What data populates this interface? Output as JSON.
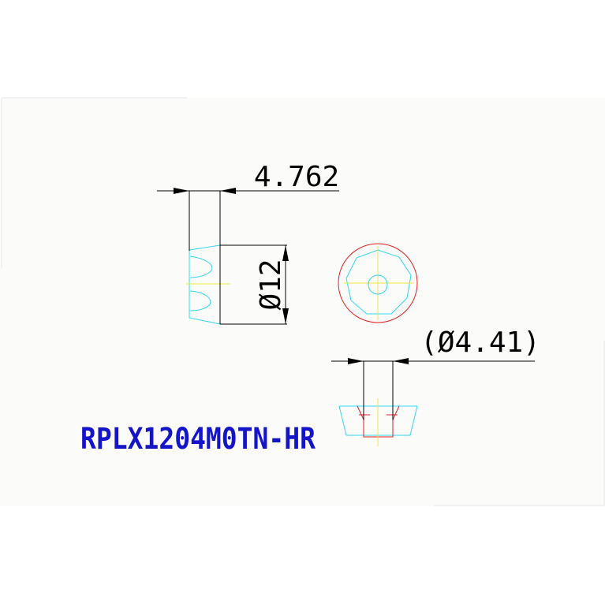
{
  "drawing": {
    "part_number": "RPLX1204M0TN-HR",
    "dimensions": {
      "thickness": "4.762",
      "diameter": "Ø12",
      "hole_diameter": "(Ø4.41)"
    }
  },
  "colors": {
    "background": "#ffffff",
    "sheet": "#fbfcfa",
    "sheet_border": "#e6e6e6",
    "dimension_line": "#000000",
    "outline": "#000000",
    "hidden_edge": "#33d6f0",
    "centerline": "#f2e640",
    "section": "#e02020",
    "part_number_text": "#1414c8"
  }
}
